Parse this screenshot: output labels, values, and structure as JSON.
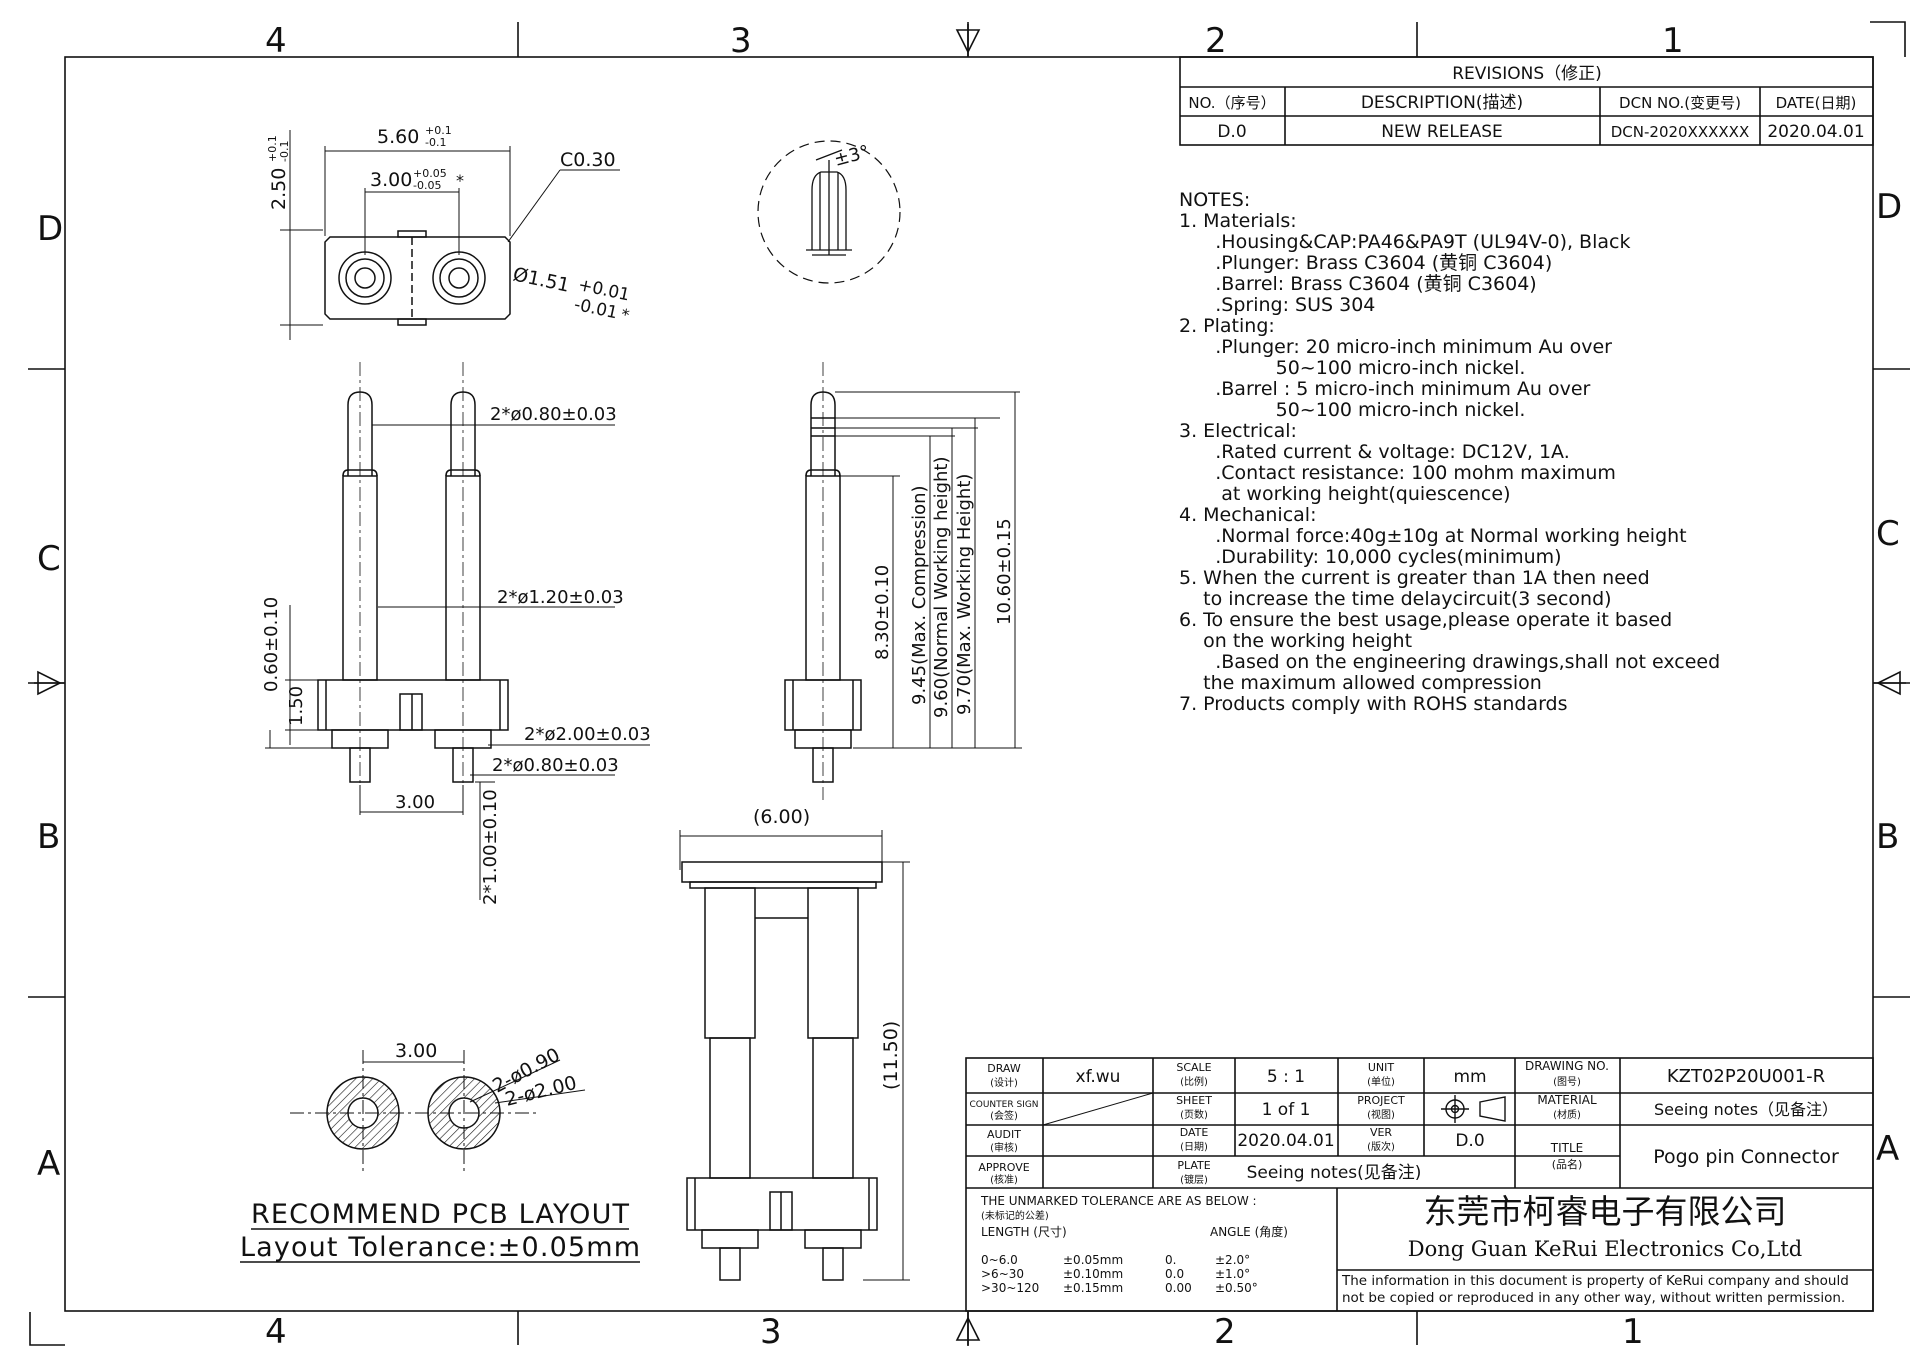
{
  "border": {
    "cols_top": [
      "4",
      "3",
      "2",
      "1"
    ],
    "cols_bottom": [
      "4",
      "3",
      "2",
      "1"
    ],
    "rows_left": [
      "D",
      "C",
      "B",
      "A"
    ],
    "rows_right": [
      "D",
      "C",
      "B",
      "A"
    ]
  },
  "revisions": {
    "title": "REVISIONS（修正)",
    "headers": [
      "NO.（序号）",
      "DESCRIPTION(描述)",
      "DCN NO.(变更号)",
      "DATE(日期)"
    ],
    "row": [
      "D.0",
      "NEW RELEASE",
      "DCN-2020XXXXXX",
      "2020.04.01"
    ]
  },
  "notes": {
    "heading": "NOTES:",
    "lines": [
      "1. Materials:",
      "      .Housing&CAP:PA46&PA9T (UL94V-0), Black",
      "      .Plunger: Brass C3604 (黄铜 C3604)",
      "      .Barrel: Brass C3604 (黄铜 C3604)",
      "      .Spring: SUS 304",
      "2. Plating:",
      "      .Plunger: 20 micro-inch minimum Au over",
      "                50~100 micro-inch nickel.",
      "      .Barrel : 5 micro-inch minimum Au over",
      "                50~100 micro-inch nickel.",
      "3. Electrical:",
      "      .Rated current & voltage: DC12V, 1A.",
      "      .Contact resistance: 100 mohm maximum",
      "       at working height(quiescence)",
      "4. Mechanical:",
      "      .Normal force:40g±10g at Normal working height",
      "      .Durability: 10,000 cycles(minimum)",
      "5. When the current is greater than 1A then need",
      "    to increase the time delaycircuit(3 second)",
      "6. To ensure the best usage,please operate it based",
      "    on the working height",
      "      .Based on the engineering drawings,shall not exceed",
      "    the maximum allowed compression",
      "7. Products comply with ROHS standards"
    ]
  },
  "top_view": {
    "dim_width": "5.60",
    "dim_width_tol_upper": "+0.1",
    "dim_width_tol_lower": "-0.1",
    "dim_pitch": "3.00",
    "dim_pitch_tol_upper": "+0.05",
    "dim_pitch_tol_lower": "-0.05",
    "dim_height": "2.50",
    "dim_height_tol_upper": "+0.1",
    "dim_height_tol_lower": "-0.1",
    "chamfer": "C0.30",
    "hole": "Ø1.51",
    "hole_tol_upper": "+0.01",
    "hole_tol_lower": "-0.01",
    "star": "*",
    "detail_angle": "±3°"
  },
  "front_view": {
    "plunger_dia": "2*ø0.80±0.03",
    "barrel_dia": "2*ø1.20±0.03",
    "base_dia": "2*ø2.00±0.03",
    "tail_dia": "2*ø0.80±0.03",
    "dim_060": "0.60±0.10",
    "dim_150": "1.50",
    "pitch": "3.00",
    "tail_len": "2*1.00±0.10"
  },
  "side_view": {
    "d1": "8.30±0.10",
    "d2": "9.45(Max. Compression)",
    "d3": "9.60(Normal Working height)",
    "d4": "9.70(Max. Working Height)",
    "d5": "10.60±0.15"
  },
  "bottom_view": {
    "width": "(6.00)",
    "height": "(11.50)"
  },
  "pcb": {
    "pitch": "3.00",
    "hole": "2-ø0.90",
    "pad": "2-ø2.00",
    "title": "RECOMMEND PCB LAYOUT",
    "tolerance": "Layout Tolerance:±0.05mm"
  },
  "title_block": {
    "draw_label": "DRAW",
    "draw_label_cn": "(设计)",
    "draw_value": "xf.wu",
    "counter_label": "COUNTER SIGN",
    "counter_label_cn": "(会签)",
    "audit_label": "AUDIT",
    "audit_label_cn": "(审核)",
    "approve_label": "APPROVE",
    "approve_label_cn": "(核准)",
    "scale_label": "SCALE",
    "scale_label_cn": "(比例)",
    "scale_value": "5 : 1",
    "sheet_label": "SHEET",
    "sheet_label_cn": "(页数)",
    "sheet_value": "1 of 1",
    "date_label": "DATE",
    "date_label_cn": "(日期)",
    "date_value": "2020.04.01",
    "plate_label": "PLATE",
    "plate_label_cn": "(镀层)",
    "plate_value": "Seeing notes(见备注)",
    "unit_label": "UNIT",
    "unit_label_cn": "(单位)",
    "unit_value": "mm",
    "project_label": "PROJECT",
    "project_label_cn": "(视图)",
    "ver_label": "VER",
    "ver_label_cn": "(版次)",
    "ver_value": "D.0",
    "drawing_no_label": "DRAWING NO.",
    "drawing_no_label_cn": "(图号)",
    "drawing_no_value": "KZT02P20U001-R",
    "material_label": "MATERIAL",
    "material_label_cn": "(材质)",
    "material_value": "Seeing notes（见备注）",
    "title_label": "TITLE",
    "title_label_cn": "(品名)",
    "title_value": "Pogo pin Connector",
    "tol_heading": "THE UNMARKED TOLERANCE ARE AS BELOW :",
    "tol_heading_cn": "(未标记的公差)",
    "length_label": "LENGTH (尺寸)",
    "angle_label": "ANGLE (角度)",
    "tol_rows": [
      [
        "0~6.0",
        "±0.05mm",
        "0.",
        "±2.0°"
      ],
      [
        ">6~30",
        "±0.10mm",
        "0.0",
        "±1.0°"
      ],
      [
        ">30~120",
        "±0.15mm",
        "0.00",
        "±0.50°"
      ]
    ],
    "company_cn": "东莞市柯睿电子有限公司",
    "company_en": "Dong Guan KeRui Electronics Co,Ltd",
    "disclaimer_1": "The information in this document is property of KeRui company and should",
    "disclaimer_2": "not be copied or reproduced in any other way, without written permission."
  }
}
